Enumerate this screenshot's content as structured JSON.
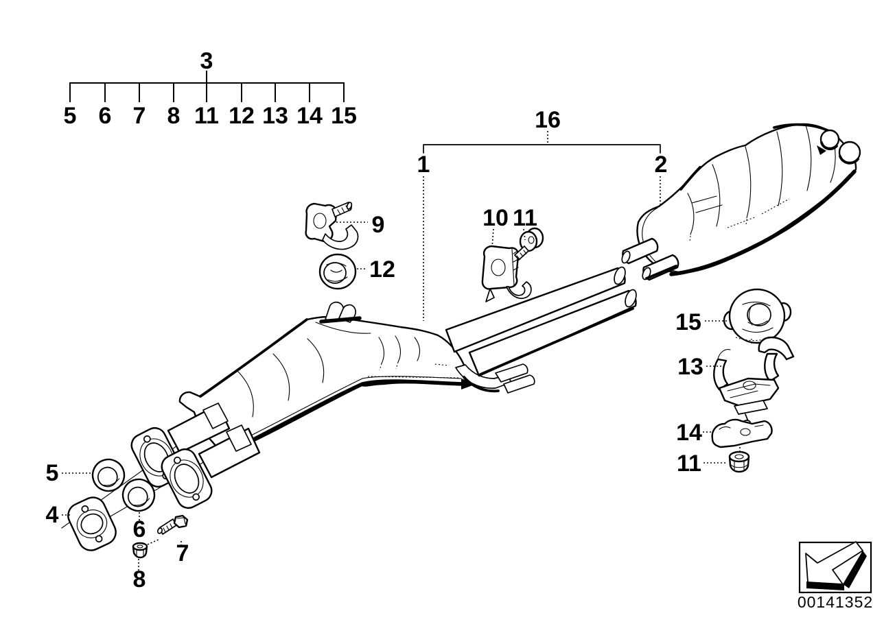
{
  "legend": {
    "group_label": "3",
    "items": [
      "5",
      "6",
      "7",
      "8",
      "11",
      "12",
      "13",
      "14",
      "15"
    ]
  },
  "assembly": {
    "group_label": "16",
    "front_silencer_label": "1",
    "rear_silencer_label": "2"
  },
  "callouts": {
    "clamp": "9",
    "grommet_left": "12",
    "pipe_bracket": "10",
    "pipe_bolt": "11",
    "rubber_mount": "15",
    "hanger_upper": "13",
    "hanger_lower": "14",
    "nut_right": "11",
    "gasket_front": "5",
    "flange": "4",
    "gasket_rear": "6",
    "bolt": "7",
    "nut_front": "8"
  },
  "footer": {
    "drawing_number": "00141352"
  }
}
